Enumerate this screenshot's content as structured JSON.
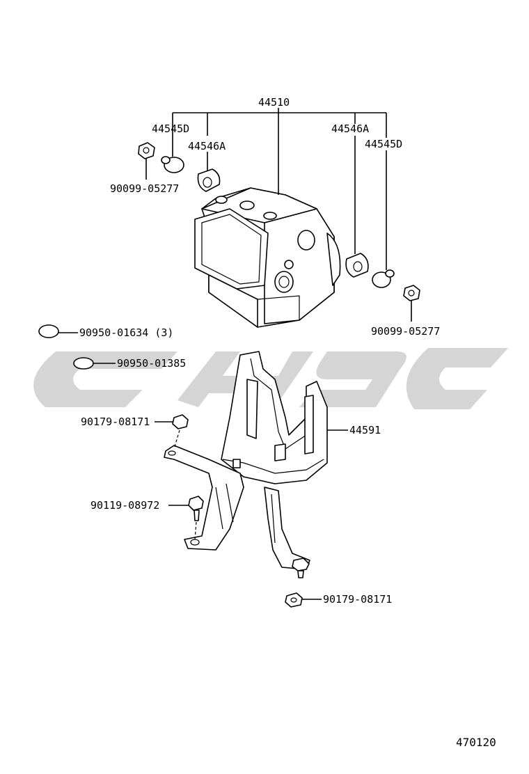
{
  "diagram": {
    "labels": {
      "assembly_44510": "44510",
      "cushion_left_44545D": "44545D",
      "cushion_left_44546A": "44546A",
      "cushion_right_44546A": "44546A",
      "cushion_right_44545D": "44545D",
      "nut_left": "90099-05277",
      "nut_right": "90099-05277",
      "plug_large": "90950-01634 (3)",
      "plug_small": "90950-01385",
      "nut_upper": "90179-08171",
      "bracket_44591": "44591",
      "bolt": "90119-08972",
      "nut_lower": "90179-08171",
      "figure_number": "470120"
    },
    "colors": {
      "line": "#000000",
      "watermark": "#d0d0d0"
    }
  }
}
